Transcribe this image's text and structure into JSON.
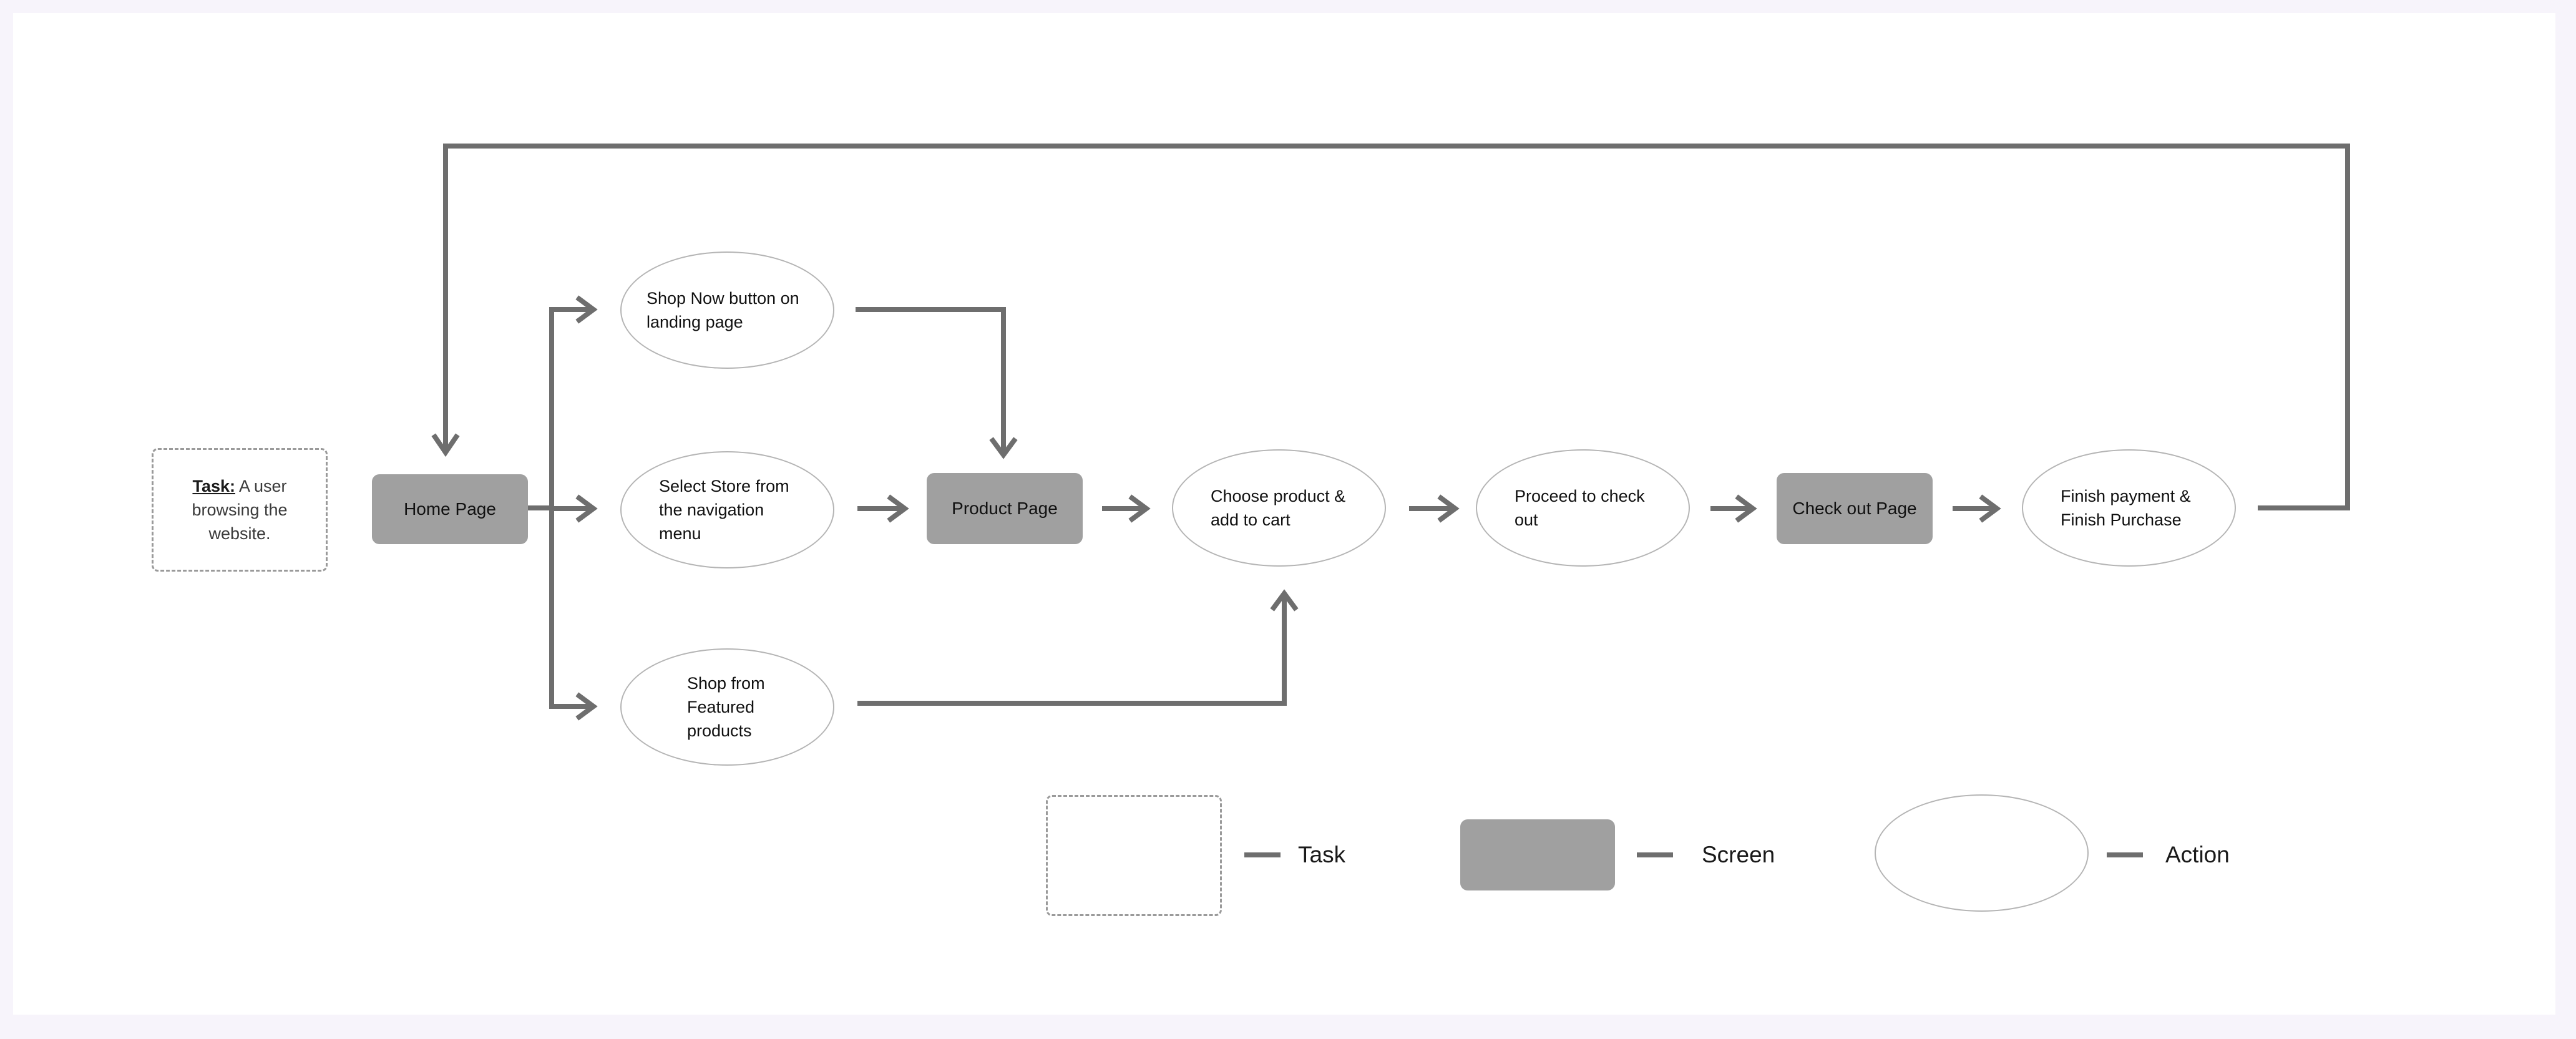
{
  "task": {
    "lead": "Task:",
    "text": " A user browsing the website."
  },
  "screens": {
    "home": "Home Page",
    "product": "Product Page",
    "checkout": "Check out Page"
  },
  "actions": {
    "shop_now": "Shop Now button on landing page",
    "select_store": "Select Store from the navigation menu",
    "featured": "Shop from Featured products",
    "choose_product": "Choose product & add to cart",
    "proceed": "Proceed to check out",
    "finish": "Finish payment & Finish Purchase"
  },
  "legend": {
    "task": "Task",
    "screen": "Screen",
    "action": "Action"
  },
  "colors": {
    "line": "#6e6e6e",
    "screen_fill": "#a0a0a0",
    "action_border": "#b5b5b5",
    "task_border": "#9a9a9a"
  }
}
